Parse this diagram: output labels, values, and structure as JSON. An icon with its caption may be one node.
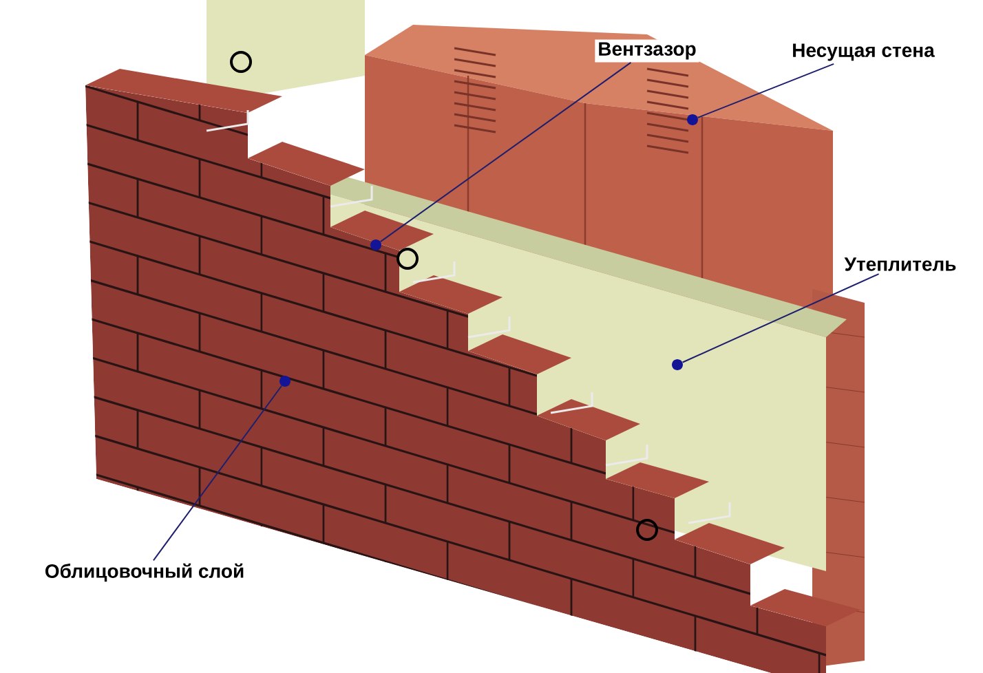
{
  "diagram": {
    "nodes": [
      {
        "text": [
          "Вентзазор"
        ]
      },
      {
        "text": [
          "Несущая стена"
        ]
      },
      {
        "text": [
          "Утеплитель"
        ]
      },
      {
        "text": [
          "Облицовочный слой"
        ]
      },
      {
        "text": [],
        "shape": "circle"
      },
      {
        "text": [],
        "shape": "circle"
      },
      {
        "text": [],
        "shape": "circle"
      },
      {
        "text": [],
        "shape": "circle"
      }
    ],
    "edges": [
      {
        "from": 0,
        "to": 4,
        "arrow": "none"
      },
      {
        "from": 1,
        "to": 5,
        "arrow": "none"
      },
      {
        "from": 2,
        "to": 6,
        "arrow": "none"
      },
      {
        "from": 3,
        "to": 7,
        "arrow": "none"
      }
    ]
  }
}
